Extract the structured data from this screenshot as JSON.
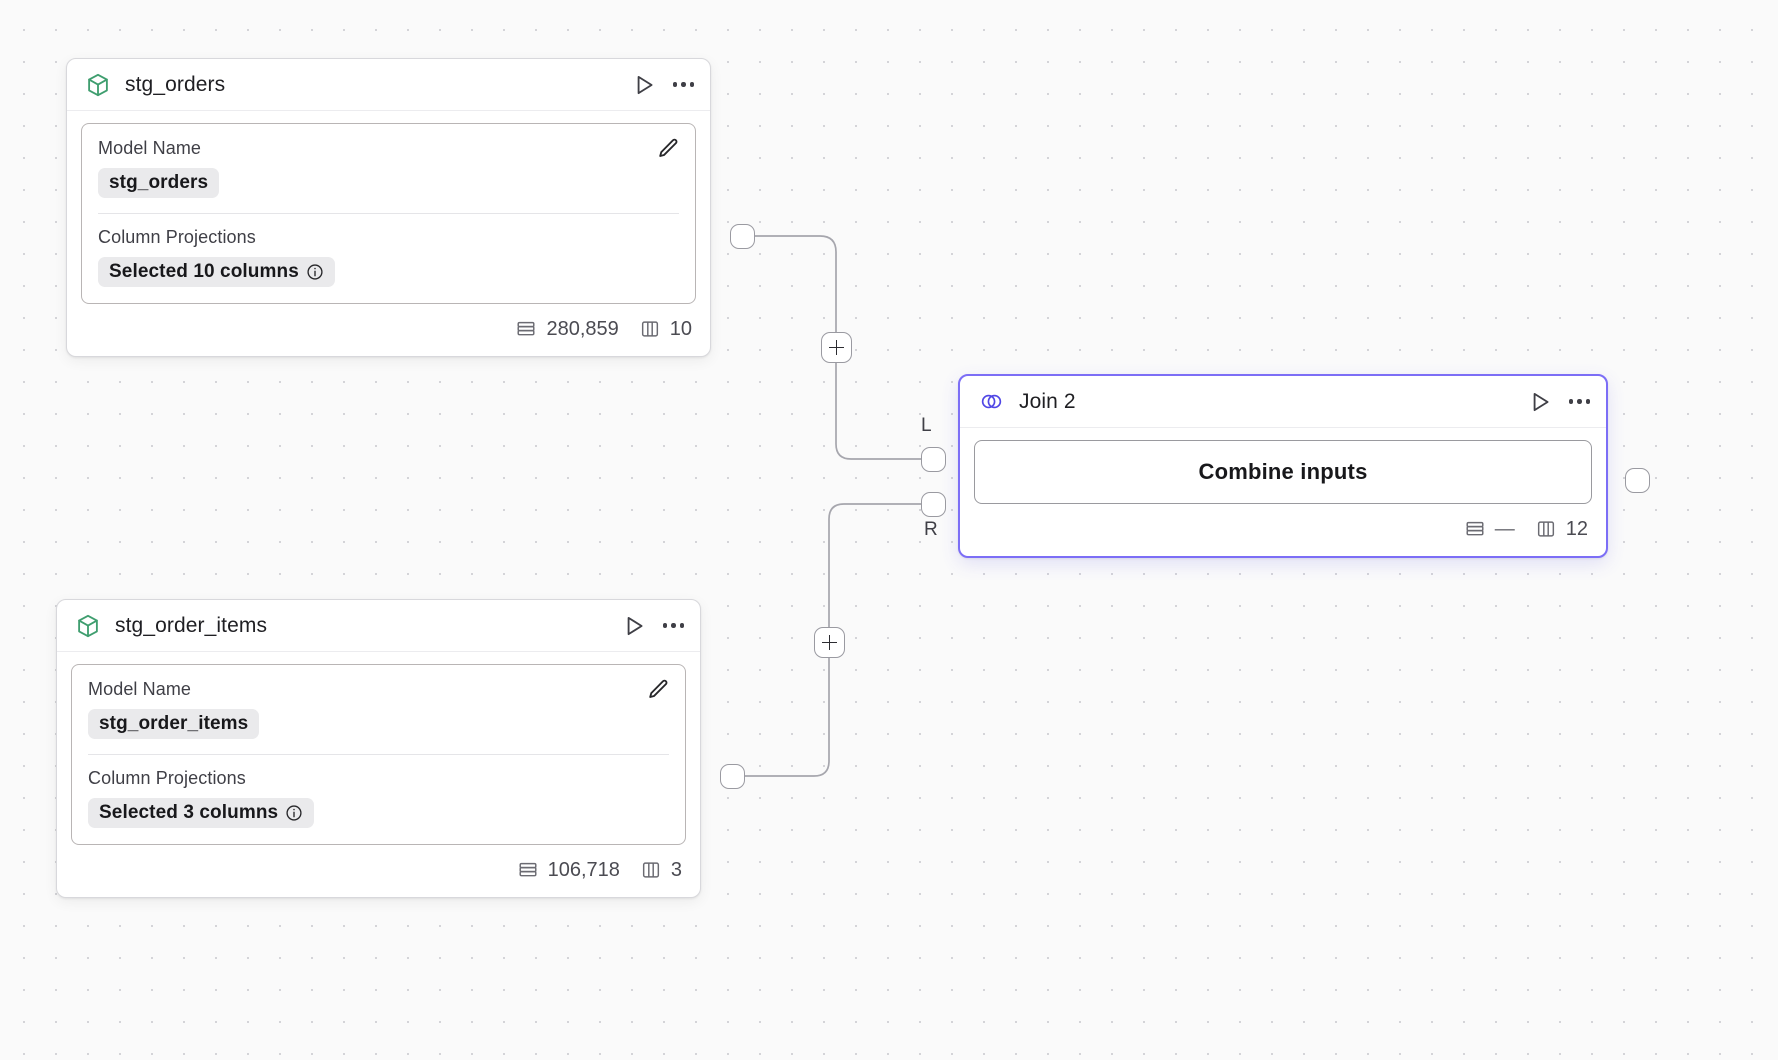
{
  "canvas": {
    "background_color": "#fafafa",
    "dot_color": "#d4d4d8",
    "grid_size": 32
  },
  "nodes": [
    {
      "id": "stg_orders",
      "type": "model",
      "icon": "cube-icon",
      "icon_color": "#3f9e6f",
      "title": "stg_orders",
      "selected": false,
      "actions": {
        "run_label": "Run",
        "menu_label": "More options"
      },
      "fields": [
        {
          "label": "Model Name",
          "value": "stg_orders",
          "has_info": false
        },
        {
          "label": "Column Projections",
          "value": "Selected 10 columns",
          "has_info": true
        }
      ],
      "footer": {
        "rows": "280,859",
        "columns": "10"
      }
    },
    {
      "id": "stg_order_items",
      "type": "model",
      "icon": "cube-icon",
      "icon_color": "#3f9e6f",
      "title": "stg_order_items",
      "selected": false,
      "actions": {
        "run_label": "Run",
        "menu_label": "More options"
      },
      "fields": [
        {
          "label": "Model Name",
          "value": "stg_order_items",
          "has_info": false
        },
        {
          "label": "Column Projections",
          "value": "Selected 3 columns",
          "has_info": true
        }
      ],
      "footer": {
        "rows": "106,718",
        "columns": "3"
      }
    },
    {
      "id": "join_2",
      "type": "join",
      "icon": "venn-join-icon",
      "icon_color": "#5046e5",
      "title": "Join 2",
      "selected": true,
      "accent_color": "#7c6ef6",
      "actions": {
        "run_label": "Run",
        "menu_label": "More options"
      },
      "body_button": "Combine inputs",
      "input_labels": {
        "left": "L",
        "right": "R"
      },
      "footer": {
        "rows": "—",
        "columns": "12"
      }
    }
  ],
  "edges": [
    {
      "from": "stg_orders",
      "to": "join_2",
      "to_port": "L",
      "add_button": "+"
    },
    {
      "from": "stg_order_items",
      "to": "join_2",
      "to_port": "R",
      "add_button": "+"
    }
  ]
}
